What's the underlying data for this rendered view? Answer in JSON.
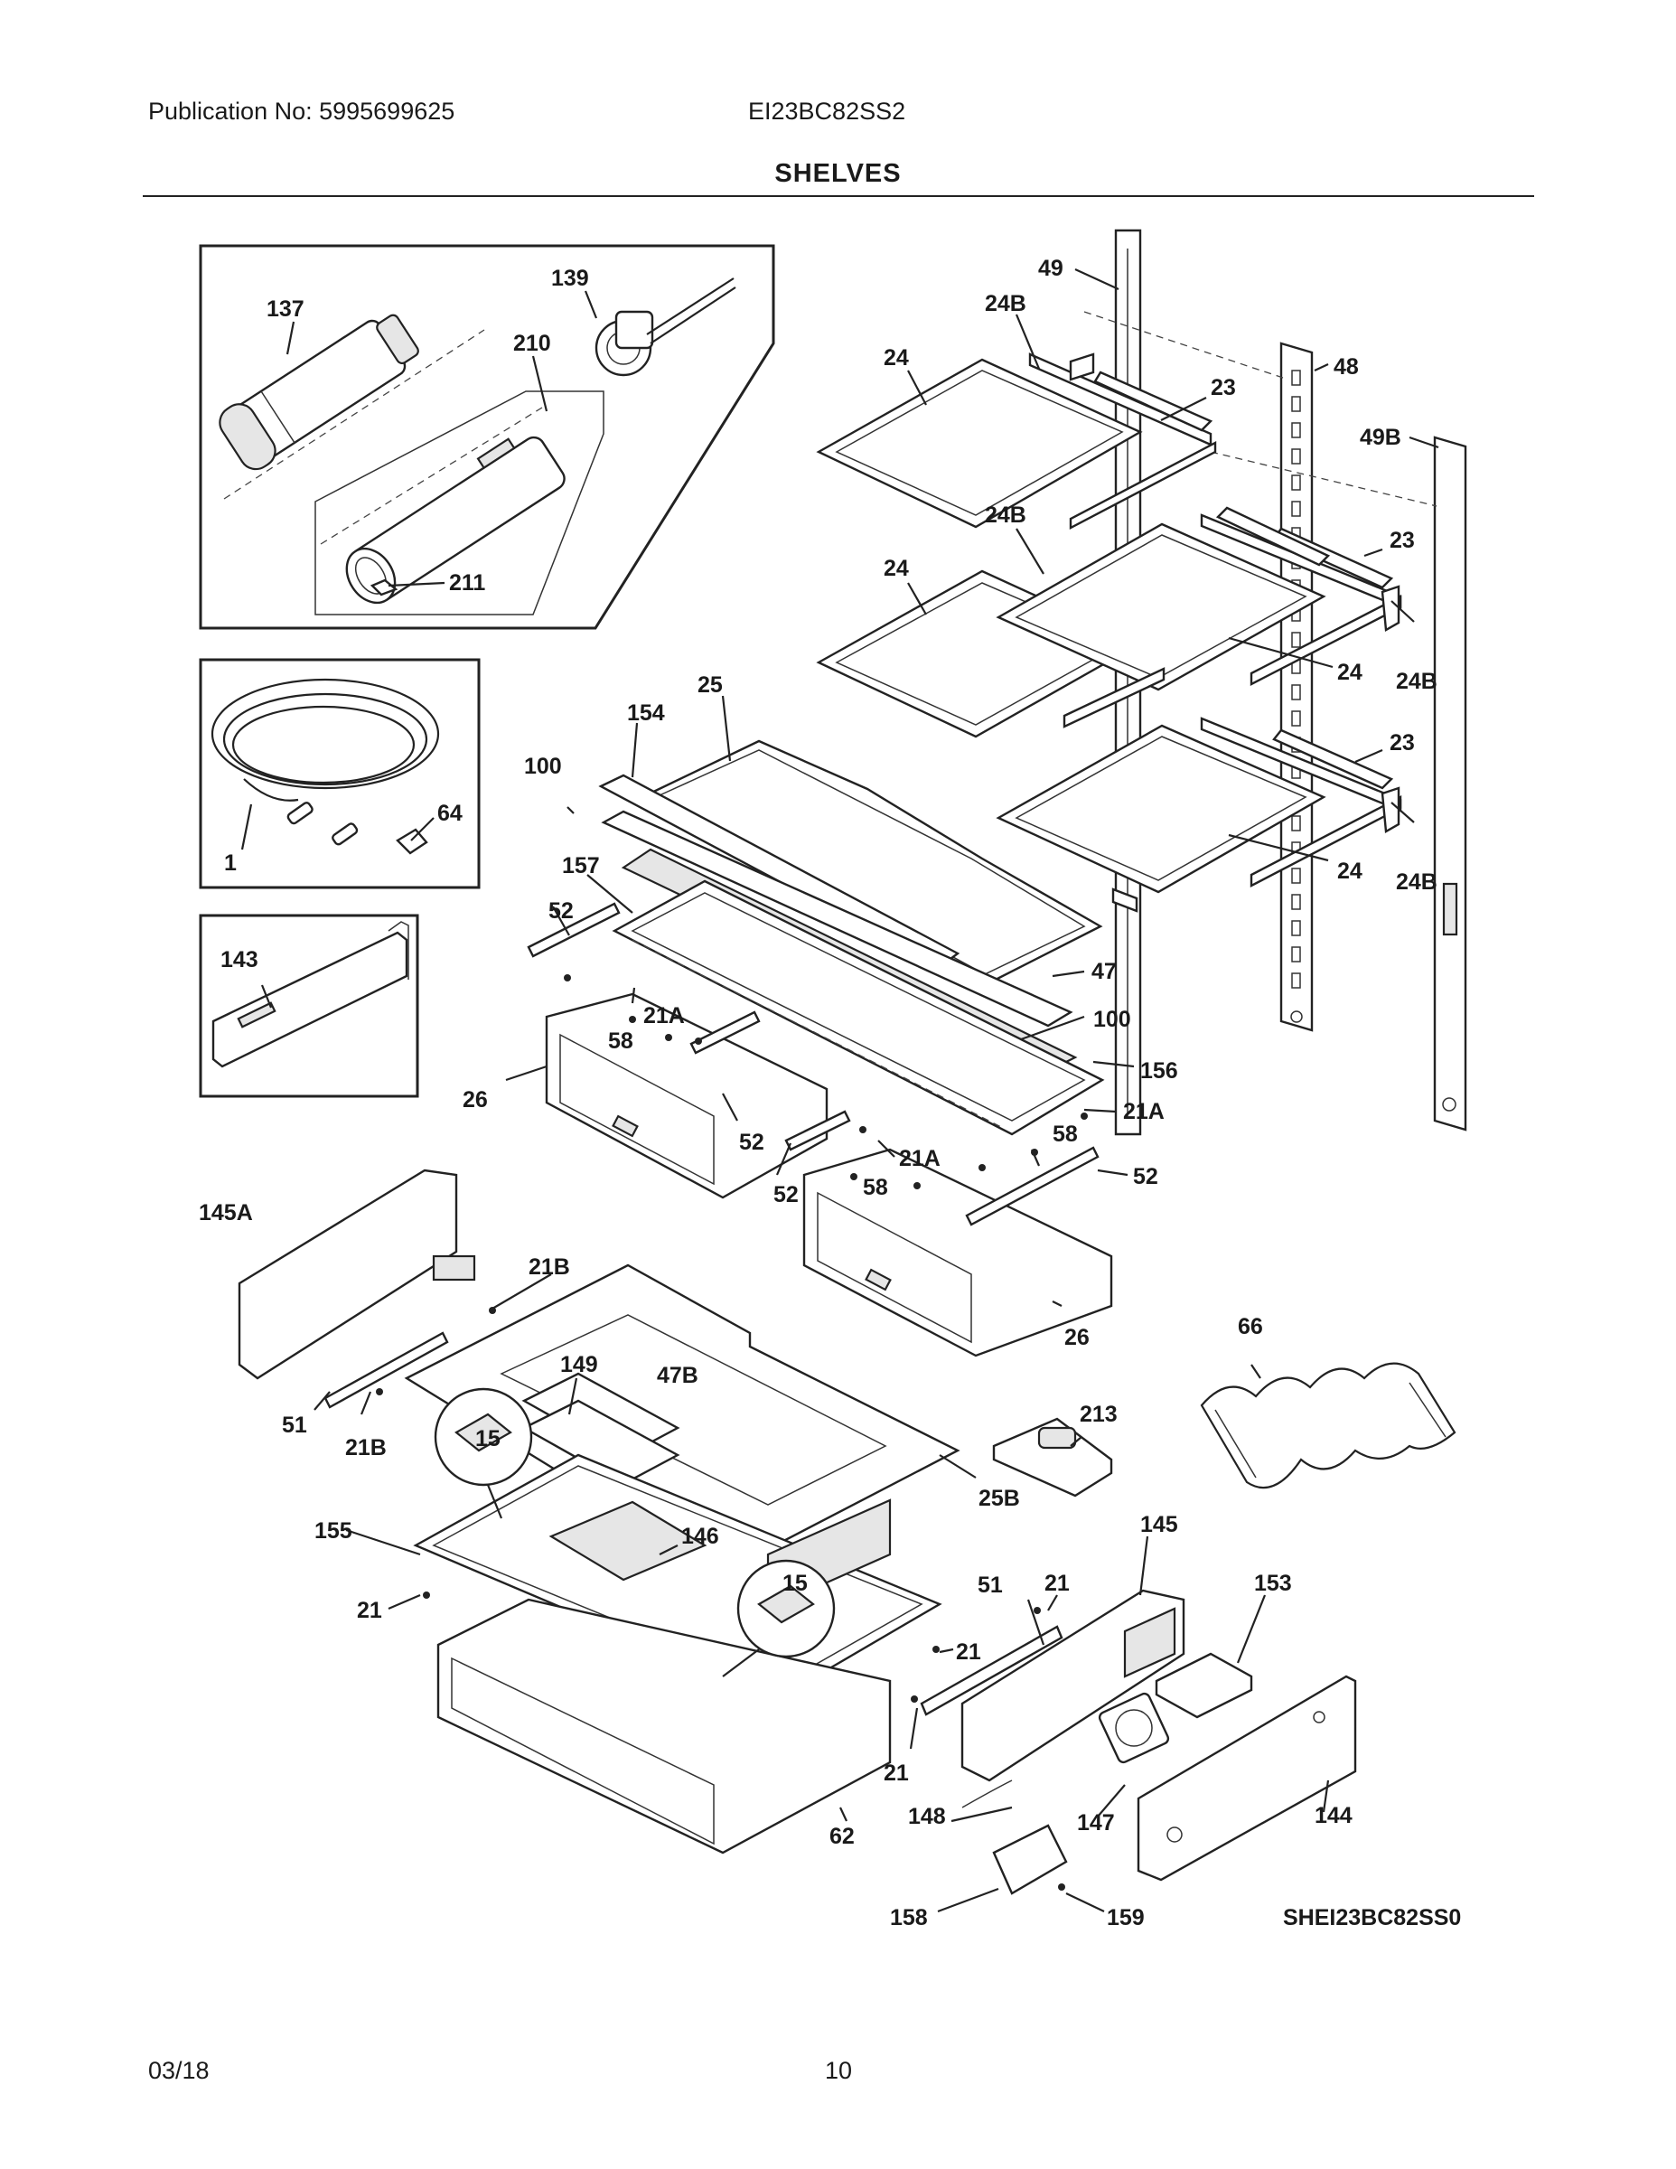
{
  "header": {
    "publication": "Publication No: 5995699625",
    "model": "EI23BC82SS2",
    "section_title": "SHELVES"
  },
  "footer": {
    "date": "03/18",
    "page_number": "10"
  },
  "diagram": {
    "code": "SHEI23BC82SS0",
    "labels": {
      "l137": "137",
      "l139": "139",
      "l210": "210",
      "l211": "211",
      "l1": "1",
      "l64": "64",
      "l143": "143",
      "l49": "49",
      "l24B_a": "24B",
      "l24_a": "24",
      "l23_a": "23",
      "l48": "48",
      "l49B": "49B",
      "l24B_b": "24B",
      "l24_b": "24",
      "l23_b": "23",
      "l24_c": "24",
      "l24B_c": "24B",
      "l23_c": "23",
      "l24_d": "24",
      "l24B_d": "24B",
      "l25": "25",
      "l154": "154",
      "l100_a": "100",
      "l157": "157",
      "l52_a": "52",
      "l47": "47",
      "l100_b": "100",
      "l21A_a": "21A",
      "l58_a": "58",
      "l156": "156",
      "l26_a": "26",
      "l21A_b": "21A",
      "l52_b": "52",
      "l58_b": "58",
      "l21A_c": "21A",
      "l52_c": "52",
      "l58_c": "58",
      "l52_d": "52",
      "l26_b": "26",
      "l145A": "145A",
      "l21B_a": "21B",
      "l51_a": "51",
      "l21B_b": "21B",
      "l149": "149",
      "l47B": "47B",
      "l15_a": "15",
      "l25B": "25B",
      "l155": "155",
      "l146": "146",
      "l15_b": "15",
      "l21_a": "21",
      "l66": "66",
      "l213": "213",
      "l145": "145",
      "l51_b": "51",
      "l21_b": "21",
      "l153": "153",
      "l21_c": "21",
      "l21_d": "21",
      "l148": "148",
      "l147": "147",
      "l144": "144",
      "l62": "62",
      "l158": "158",
      "l159": "159"
    }
  }
}
